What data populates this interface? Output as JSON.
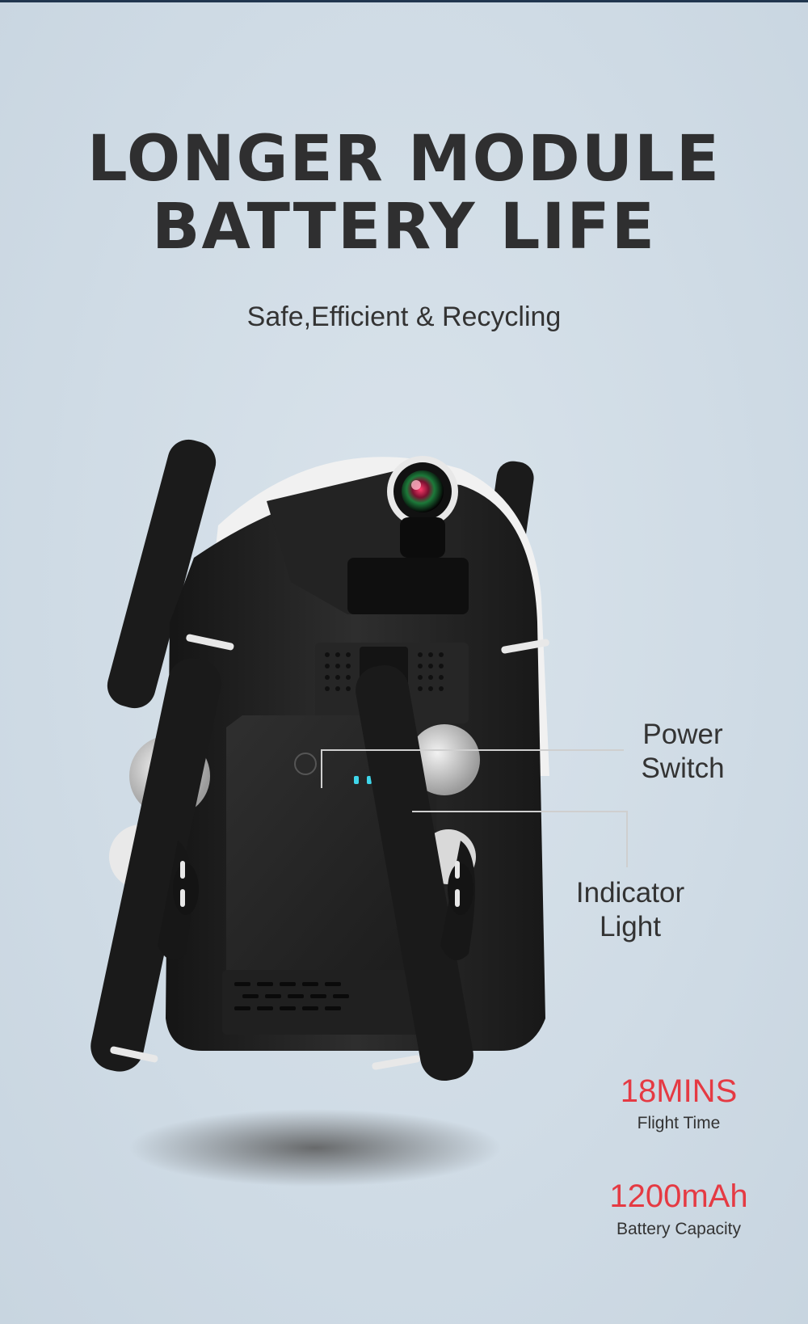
{
  "headline": {
    "line1": "LONGER MODULE",
    "line2": "BATTERY LIFE"
  },
  "subtitle": "Safe,Efficient & Recycling",
  "callouts": {
    "power_switch": {
      "line1": "Power",
      "line2": "Switch"
    },
    "indicator_light": {
      "line1": "Indicator",
      "line2": "Light"
    }
  },
  "stats": [
    {
      "value": "18MINS",
      "label": "Flight Time"
    },
    {
      "value": "1200mAh",
      "label": "Battery Capacity"
    }
  ],
  "colors": {
    "accent": "#e53a43",
    "text": "#333333",
    "background": "#d2dde6",
    "indicator": "#3fd6ea"
  }
}
